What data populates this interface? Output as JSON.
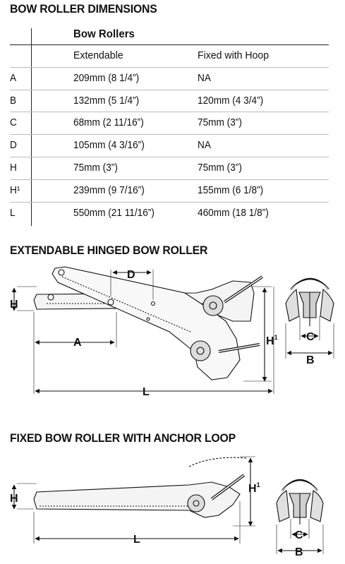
{
  "titles": {
    "dimensions": "BOW ROLLER DIMENSIONS",
    "extendable": "EXTENDABLE HINGED BOW ROLLER",
    "fixed": "FIXED BOW ROLLER WITH ANCHOR LOOP"
  },
  "table": {
    "group_header": "Bow Rollers",
    "columns": [
      "Extendable",
      "Fixed with Hoop"
    ],
    "rows": [
      {
        "label": "A",
        "extendable": "209mm (8 1/4”)",
        "fixed": "NA"
      },
      {
        "label": "B",
        "extendable": "132mm (5 1/4”)",
        "fixed": "120mm (4 3/4”)"
      },
      {
        "label": "C",
        "extendable": "68mm (2 11/16”)",
        "fixed": "75mm (3”)"
      },
      {
        "label": "D",
        "extendable": "105mm (4 3/16”)",
        "fixed": "NA"
      },
      {
        "label": "H",
        "extendable": "75mm (3”)",
        "fixed": "75mm (3”)"
      },
      {
        "label": "H¹",
        "extendable": "239mm (9 7/16”)",
        "fixed": "155mm (6 1/8”)"
      },
      {
        "label": "L",
        "extendable": "550mm (21 11/16”)",
        "fixed": "460mm (18 1/8”)"
      }
    ]
  },
  "diagram1": {
    "labels": {
      "h": "H",
      "d": "D",
      "a": "A",
      "l": "L",
      "h1": "H",
      "h1_sup": "1",
      "c": "C",
      "b": "B"
    }
  },
  "diagram2": {
    "labels": {
      "h": "H",
      "l": "L",
      "h1": "H",
      "h1_sup": "1",
      "c": "C",
      "b": "B"
    }
  }
}
